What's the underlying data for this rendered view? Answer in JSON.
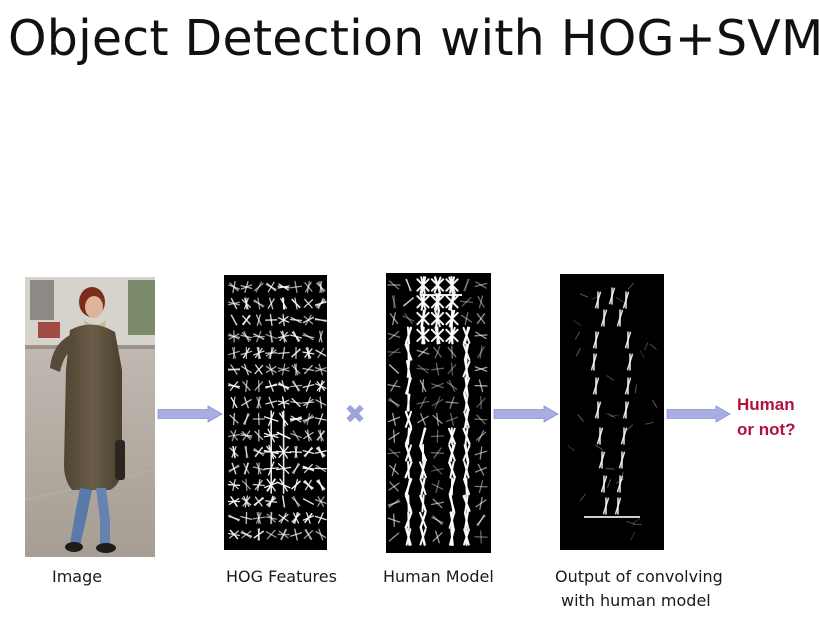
{
  "slide": {
    "title": "Object Detection with HOG+SVM"
  },
  "pipeline": {
    "stages": [
      {
        "id": "image",
        "caption": "Image"
      },
      {
        "id": "hog",
        "caption": "HOG Features"
      },
      {
        "id": "model",
        "caption": "Human Model"
      },
      {
        "id": "output",
        "caption_line1": "Output of convolving",
        "caption_line2": "with human model"
      }
    ],
    "result": {
      "line1": "Human",
      "line2": "or not?"
    },
    "operator_symbol": "✖"
  },
  "colors": {
    "arrow": "#a9aee0",
    "arrow_stroke": "#8d93cf",
    "operator": "#9ea3d8",
    "result_text": "#b0123c",
    "panel_bg": "#000000",
    "photo_ground": "#b5aca3",
    "coat": "#5e5240"
  }
}
